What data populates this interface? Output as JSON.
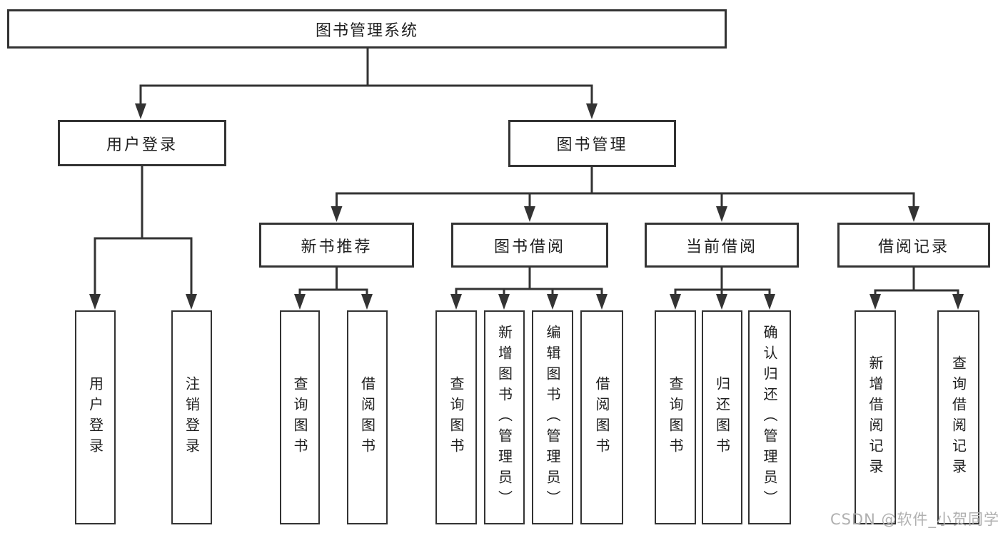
{
  "diagram_type": "hierarchy-tree",
  "watermark": "CSDN @软件_小贺同学",
  "colors": {
    "line": "#333333",
    "box_border": "#333333",
    "box_fill": "#ffffff",
    "text": "#1f1f1f",
    "watermark": "#b0b0b0",
    "background": "#ffffff"
  },
  "tree": {
    "label": "图书管理系统",
    "children": [
      {
        "label": "用户登录",
        "children": [
          {
            "label": "用户登录"
          },
          {
            "label": "注销登录"
          }
        ]
      },
      {
        "label": "图书管理",
        "children": [
          {
            "label": "新书推荐",
            "children": [
              {
                "label": "查询图书"
              },
              {
                "label": "借阅图书"
              }
            ]
          },
          {
            "label": "图书借阅",
            "children": [
              {
                "label": "查询图书"
              },
              {
                "label": "新增图书（管理员）"
              },
              {
                "label": "编辑图书（管理员）"
              },
              {
                "label": "借阅图书"
              }
            ]
          },
          {
            "label": "当前借阅",
            "children": [
              {
                "label": "查询图书"
              },
              {
                "label": "归还图书"
              },
              {
                "label": "确认归还（管理员）"
              }
            ]
          },
          {
            "label": "借阅记录",
            "children": [
              {
                "label": "新增借阅记录"
              },
              {
                "label": "查询借阅记录"
              }
            ]
          }
        ]
      }
    ]
  }
}
